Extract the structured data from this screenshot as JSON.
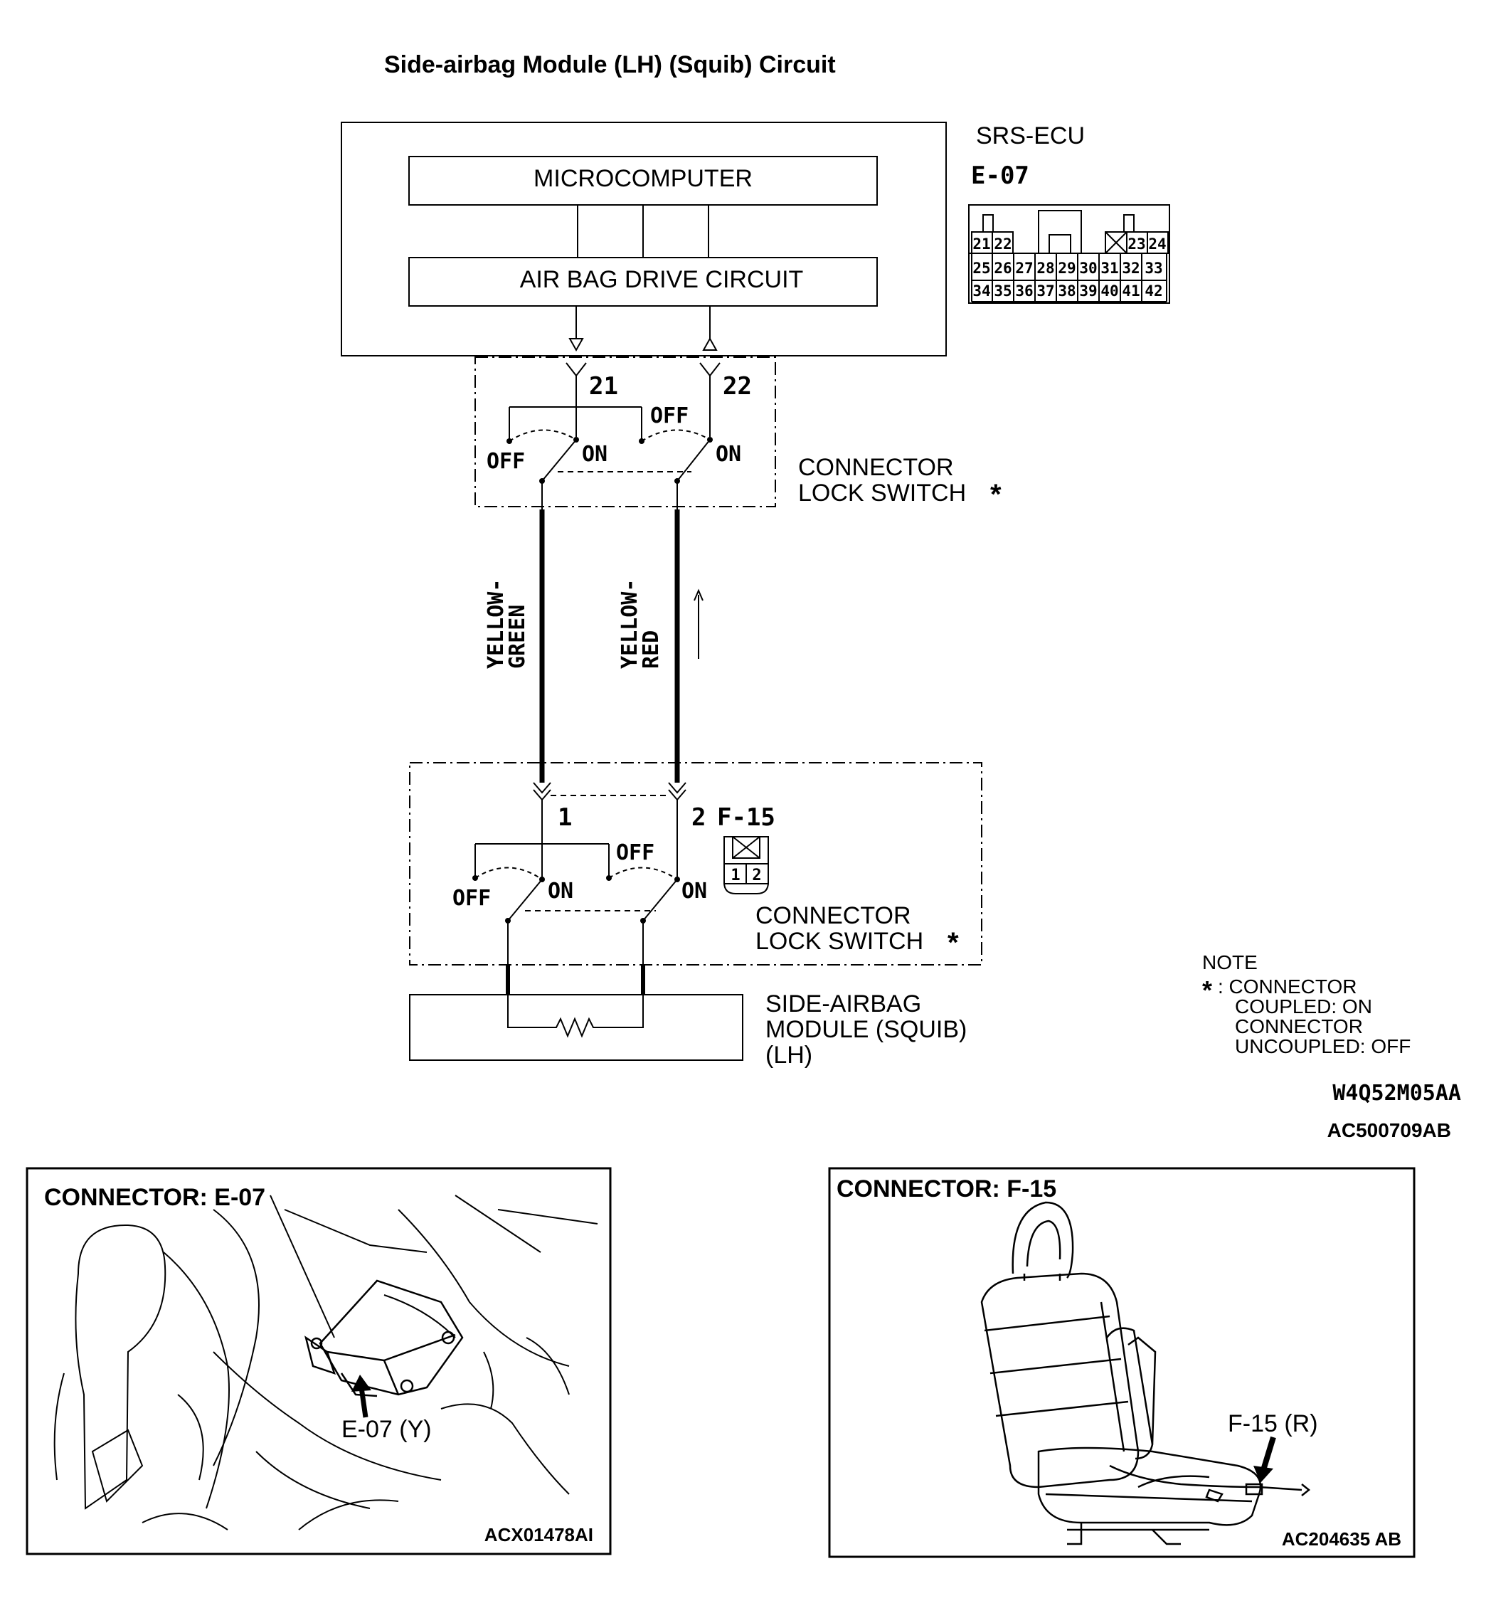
{
  "title": "Side-airbag Module (LH) (Squib) Circuit",
  "ecu": {
    "name": "SRS-ECU",
    "connector": "E-07",
    "microcomputer": "MICROCOMPUTER",
    "drive_circuit": "AIR BAG DRIVE CIRCUIT",
    "pin_left": "21",
    "pin_right": "22",
    "pinout_row1": [
      "21",
      "22",
      "23",
      "24"
    ],
    "pinout_row2": [
      "25",
      "26",
      "27",
      "28",
      "29",
      "30",
      "31",
      "32",
      "33"
    ],
    "pinout_row3": [
      "34",
      "35",
      "36",
      "37",
      "38",
      "39",
      "40",
      "41",
      "42"
    ]
  },
  "lock_switch_upper": {
    "label_line1": "CONNECTOR",
    "label_line2": "LOCK SWITCH",
    "asterisk": "*",
    "off_left": "OFF",
    "on_left": "ON",
    "off_right": "OFF",
    "on_right": "ON"
  },
  "wires": {
    "left_line1": "YELLOW-",
    "left_line2": "GREEN",
    "right_line1": "YELLOW-",
    "right_line2": "RED"
  },
  "lock_switch_lower": {
    "connector": "F-15",
    "pin_left": "1",
    "pin_right": "2",
    "pinout": [
      "1",
      "2"
    ],
    "label_line1": "CONNECTOR",
    "label_line2": "LOCK SWITCH",
    "asterisk": "*",
    "off_left": "OFF",
    "on_left": "ON",
    "off_right": "OFF",
    "on_right": "ON"
  },
  "module": {
    "line1": "SIDE-AIRBAG",
    "line2": "MODULE (SQUIB)",
    "line3": "(LH)"
  },
  "note": {
    "title": "NOTE",
    "asterisk": "*",
    "line1": ": CONNECTOR",
    "line2": "COUPLED: ON",
    "line3": "CONNECTOR",
    "line4": "UNCOUPLED: OFF"
  },
  "codes": {
    "diagram_code": "W4Q52M05AA",
    "figure_code": "AC500709AB"
  },
  "panel_left": {
    "title": "CONNECTOR: E-07",
    "callout": "E-07 (Y)",
    "figure_code": "ACX01478AI"
  },
  "panel_right": {
    "title": "CONNECTOR: F-15",
    "callout": "F-15 (R)",
    "figure_code": "AC204635 AB"
  }
}
